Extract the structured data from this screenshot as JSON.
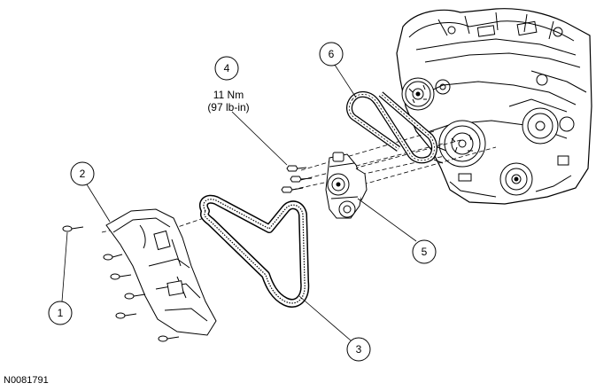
{
  "figure_id": "N0081791",
  "callouts": [
    {
      "number": "1"
    },
    {
      "number": "2"
    },
    {
      "number": "3"
    },
    {
      "number": "4"
    },
    {
      "number": "5"
    },
    {
      "number": "6"
    }
  ],
  "torque_spec": {
    "line1": "11 Nm",
    "line2": "(97 lb-in)"
  }
}
